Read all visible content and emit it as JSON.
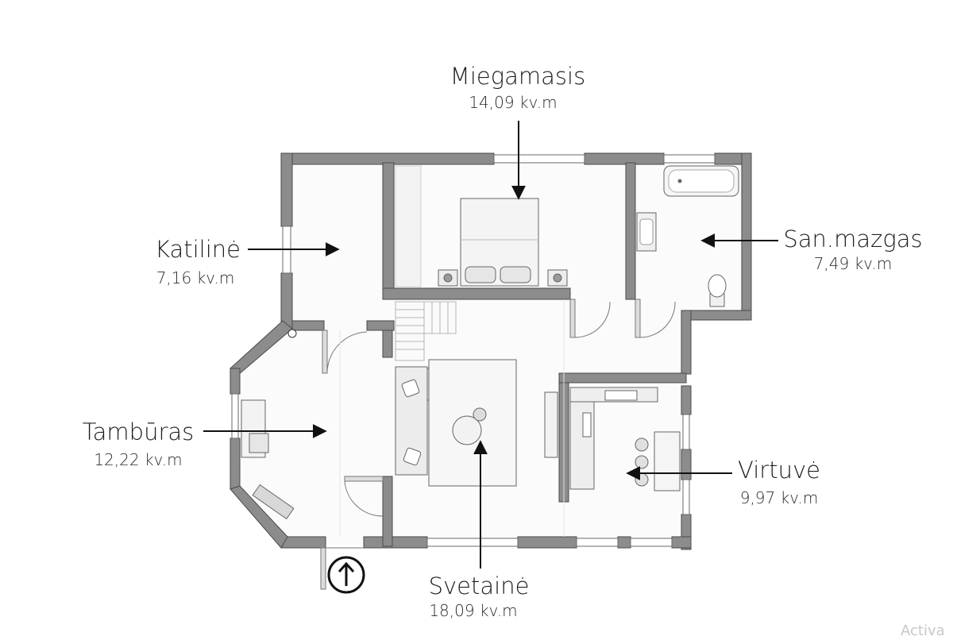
{
  "rooms": {
    "miegamasis": {
      "name": "Miegamasis",
      "area": "14,09 kv.m"
    },
    "katiline": {
      "name": "Katilinė",
      "area": "7,16 kv.m"
    },
    "sanmazgas": {
      "name": "San.mazgas",
      "area": "7,49 kv.m"
    },
    "tamburas": {
      "name": "Tambūras",
      "area": "12,22 kv.m"
    },
    "virtuve": {
      "name": "Virtuvė",
      "area": "9,97 kv.m"
    },
    "svetaine": {
      "name": "Svetainė",
      "area": "18,09 kv.m"
    }
  },
  "corner_text": "Activa",
  "colors": {
    "wall": "#8a8a8a",
    "wall_edge": "#4a4a4a",
    "floor": "#fbfbfb",
    "arrow": "#111111"
  },
  "icons": {
    "entrance": "up-arrow-circle-icon"
  }
}
